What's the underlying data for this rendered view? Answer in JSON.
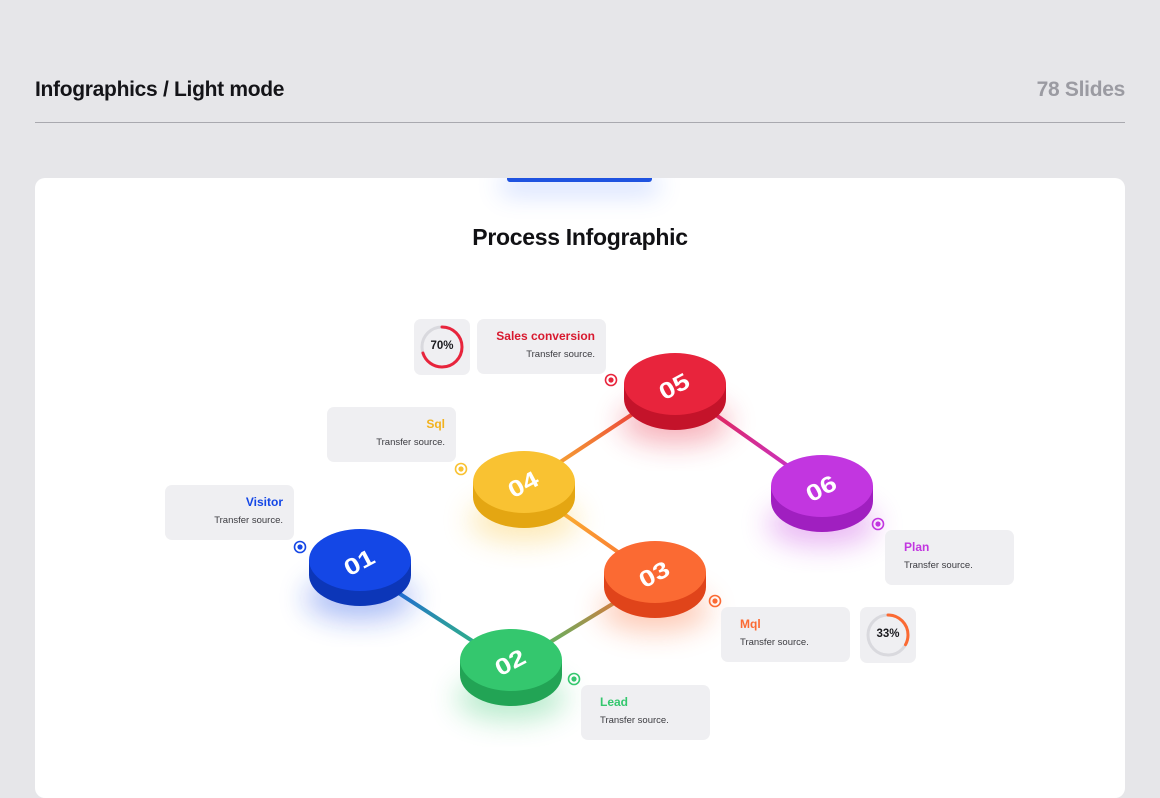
{
  "header": {
    "title": "Infographics / Light mode",
    "count": "78 Slides"
  },
  "slide": {
    "title": "Process Infographic"
  },
  "steps": [
    {
      "number": "01",
      "label": "Visitor",
      "description": "Transfer source.",
      "color": "#1447e6",
      "dark": "#0c36b8"
    },
    {
      "number": "02",
      "label": "Lead",
      "description": "Transfer source.",
      "color": "#34c76e",
      "dark": "#22a455"
    },
    {
      "number": "03",
      "label": "Mql",
      "description": "Transfer source.",
      "color": "#fb6a33",
      "dark": "#e0441a",
      "percent": "33%",
      "percent_value": 0.33
    },
    {
      "number": "04",
      "label": "Sql",
      "description": "Transfer source.",
      "color": "#f9c232",
      "dark": "#e4a612"
    },
    {
      "number": "05",
      "label": "Sales conversion",
      "description": "Transfer source.",
      "color": "#e8243c",
      "dark": "#c4132a",
      "percent": "70%",
      "percent_value": 0.7
    },
    {
      "number": "06",
      "label": "Plan",
      "description": "Transfer source.",
      "color": "#c236e0",
      "dark": "#a01fc0"
    }
  ]
}
